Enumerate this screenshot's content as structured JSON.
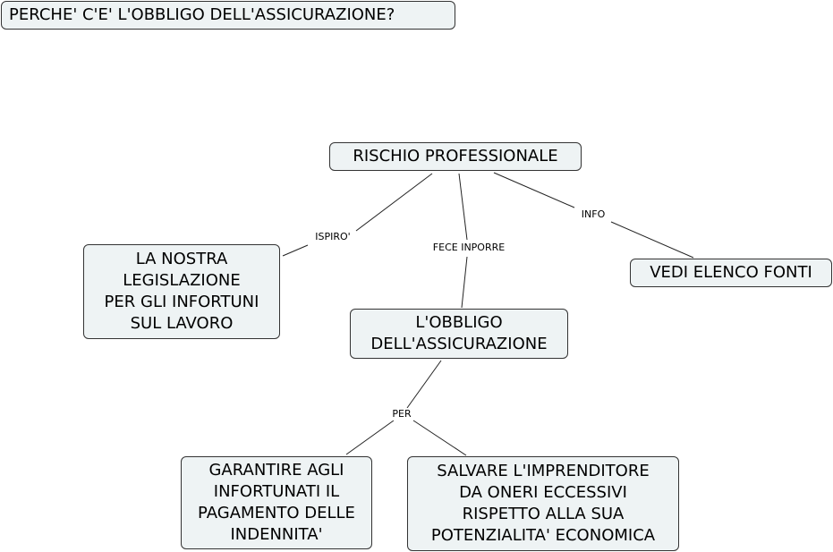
{
  "title": "PERCHE' C'E' L'OBBLIGO DELL'ASSICURAZIONE?",
  "nodes": {
    "root": "RISCHIO PROFESSIONALE",
    "legislation": "LA NOSTRA\nLEGISLAZIONE\nPER GLI INFORTUNI\nSUL LAVORO",
    "obligation": "L'OBBLIGO\nDELL'ASSICURAZIONE",
    "sources": "VEDI ELENCO FONTI",
    "guarantee": "GARANTIRE AGLI\nINFORTUNATI IL\nPAGAMENTO DELLE\nINDENNITA'",
    "protect": "SALVARE L'IMPRENDITORE\nDA ONERI ECCESSIVI\nRISPETTO ALLA SUA\nPOTENZIALITA' ECONOMICA"
  },
  "links": {
    "inspired": "ISPIRO'",
    "caused": "FECE INPORRE",
    "info": "INFO",
    "for": "PER"
  },
  "colors": {
    "node_fill": "#eef3f4",
    "node_border": "#333333",
    "line": "#222222"
  }
}
